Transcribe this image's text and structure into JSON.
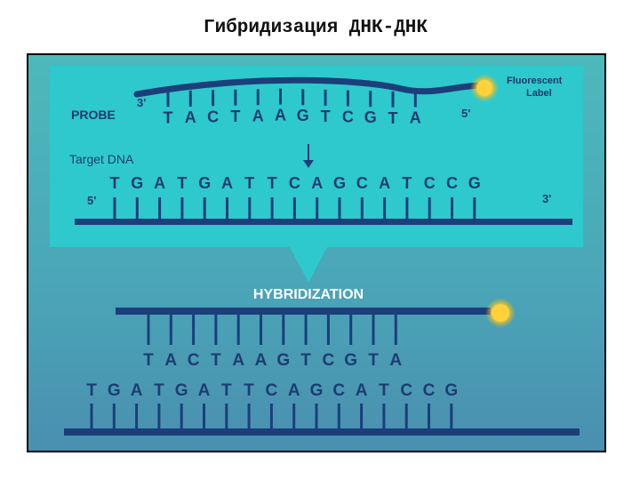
{
  "title": "Гибридизация ДНК-ДНК",
  "probe": {
    "label": "PROBE",
    "end_left": "3'",
    "end_right": "5'",
    "bases": [
      "T",
      "A",
      "C",
      "T",
      "A",
      "A",
      "G",
      "T",
      "C",
      "G",
      "T",
      "A"
    ]
  },
  "fluorescent_label": [
    "Fluorescent",
    "Label"
  ],
  "target": {
    "label": "Target DNA",
    "end_left": "5'",
    "end_right": "3'",
    "bases": [
      "T",
      "G",
      "A",
      "T",
      "G",
      "A",
      "T",
      "T",
      "C",
      "A",
      "G",
      "C",
      "A",
      "T",
      "C",
      "C",
      "G"
    ]
  },
  "hybridization_label": "HYBRIDIZATION",
  "colors": {
    "strand": "#1a3f7a",
    "panel": "#2ec9cc",
    "glow": "#ffd23a"
  }
}
